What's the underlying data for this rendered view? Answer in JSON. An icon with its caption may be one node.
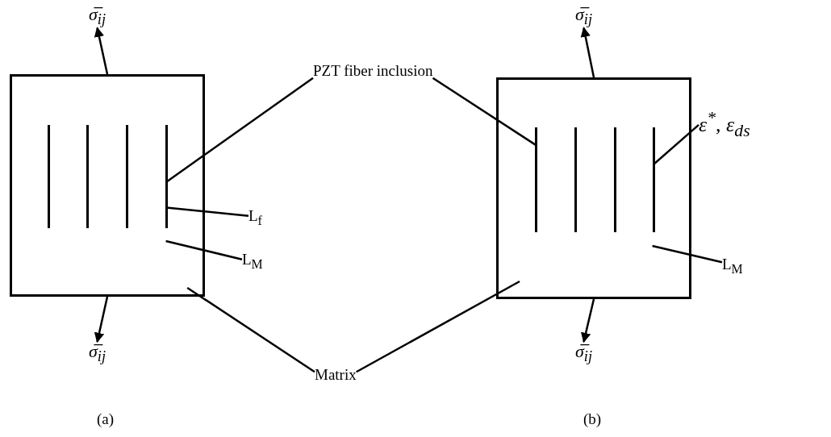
{
  "diagram": {
    "nodes": [
      {
        "text": [],
        "shape": "box"
      },
      {
        "text": [],
        "shape": "bar",
        "in": 0
      },
      {
        "text": [],
        "shape": "bar",
        "in": 0
      },
      {
        "text": [],
        "shape": "bar",
        "in": 0
      },
      {
        "text": [],
        "shape": "bar",
        "in": 0
      },
      {
        "text": [],
        "shape": "box"
      },
      {
        "text": [],
        "shape": "bar",
        "in": 5
      },
      {
        "text": [],
        "shape": "bar",
        "in": 5
      },
      {
        "text": [],
        "shape": "bar",
        "in": 5
      },
      {
        "text": [],
        "shape": "bar",
        "in": 5
      },
      {
        "text": [
          "PZT fiber inclusion"
        ]
      },
      {
        "text": [
          "L$_{f}$"
        ]
      },
      {
        "text": [
          "L$_{M}$"
        ]
      },
      {
        "text": [
          "Matrix"
        ]
      },
      {
        "text": [
          "ε$^{*}$, ε$_{ds}$"
        ]
      },
      {
        "text": [
          "L$_{M}$"
        ]
      },
      {
        "text": [
          "σ̅$_{ij}$"
        ]
      },
      {
        "text": [
          "σ̅$_{ij}$"
        ]
      },
      {
        "text": [
          "σ̅$_{ij}$"
        ]
      },
      {
        "text": [
          "σ̅$_{ij}$"
        ]
      }
    ],
    "edges": [
      {
        "from": 0,
        "to": 16,
        "arrow": "to"
      },
      {
        "from": 0,
        "to": 17,
        "arrow": "to"
      },
      {
        "from": 5,
        "to": 18,
        "arrow": "to"
      },
      {
        "from": 5,
        "to": 19,
        "arrow": "to"
      },
      {
        "from": 10,
        "to": 4,
        "arrow": "none"
      },
      {
        "from": 10,
        "to": 6,
        "arrow": "none"
      },
      {
        "from": 11,
        "to": 4,
        "arrow": "none"
      },
      {
        "from": 12,
        "to": 0,
        "arrow": "none"
      },
      {
        "from": 13,
        "to": 0,
        "arrow": "none"
      },
      {
        "from": 13,
        "to": 5,
        "arrow": "none"
      },
      {
        "from": 14,
        "to": 9,
        "arrow": "none"
      },
      {
        "from": 15,
        "to": 5,
        "arrow": "none"
      }
    ],
    "labels": [
      "(a)",
      "(b)"
    ]
  }
}
